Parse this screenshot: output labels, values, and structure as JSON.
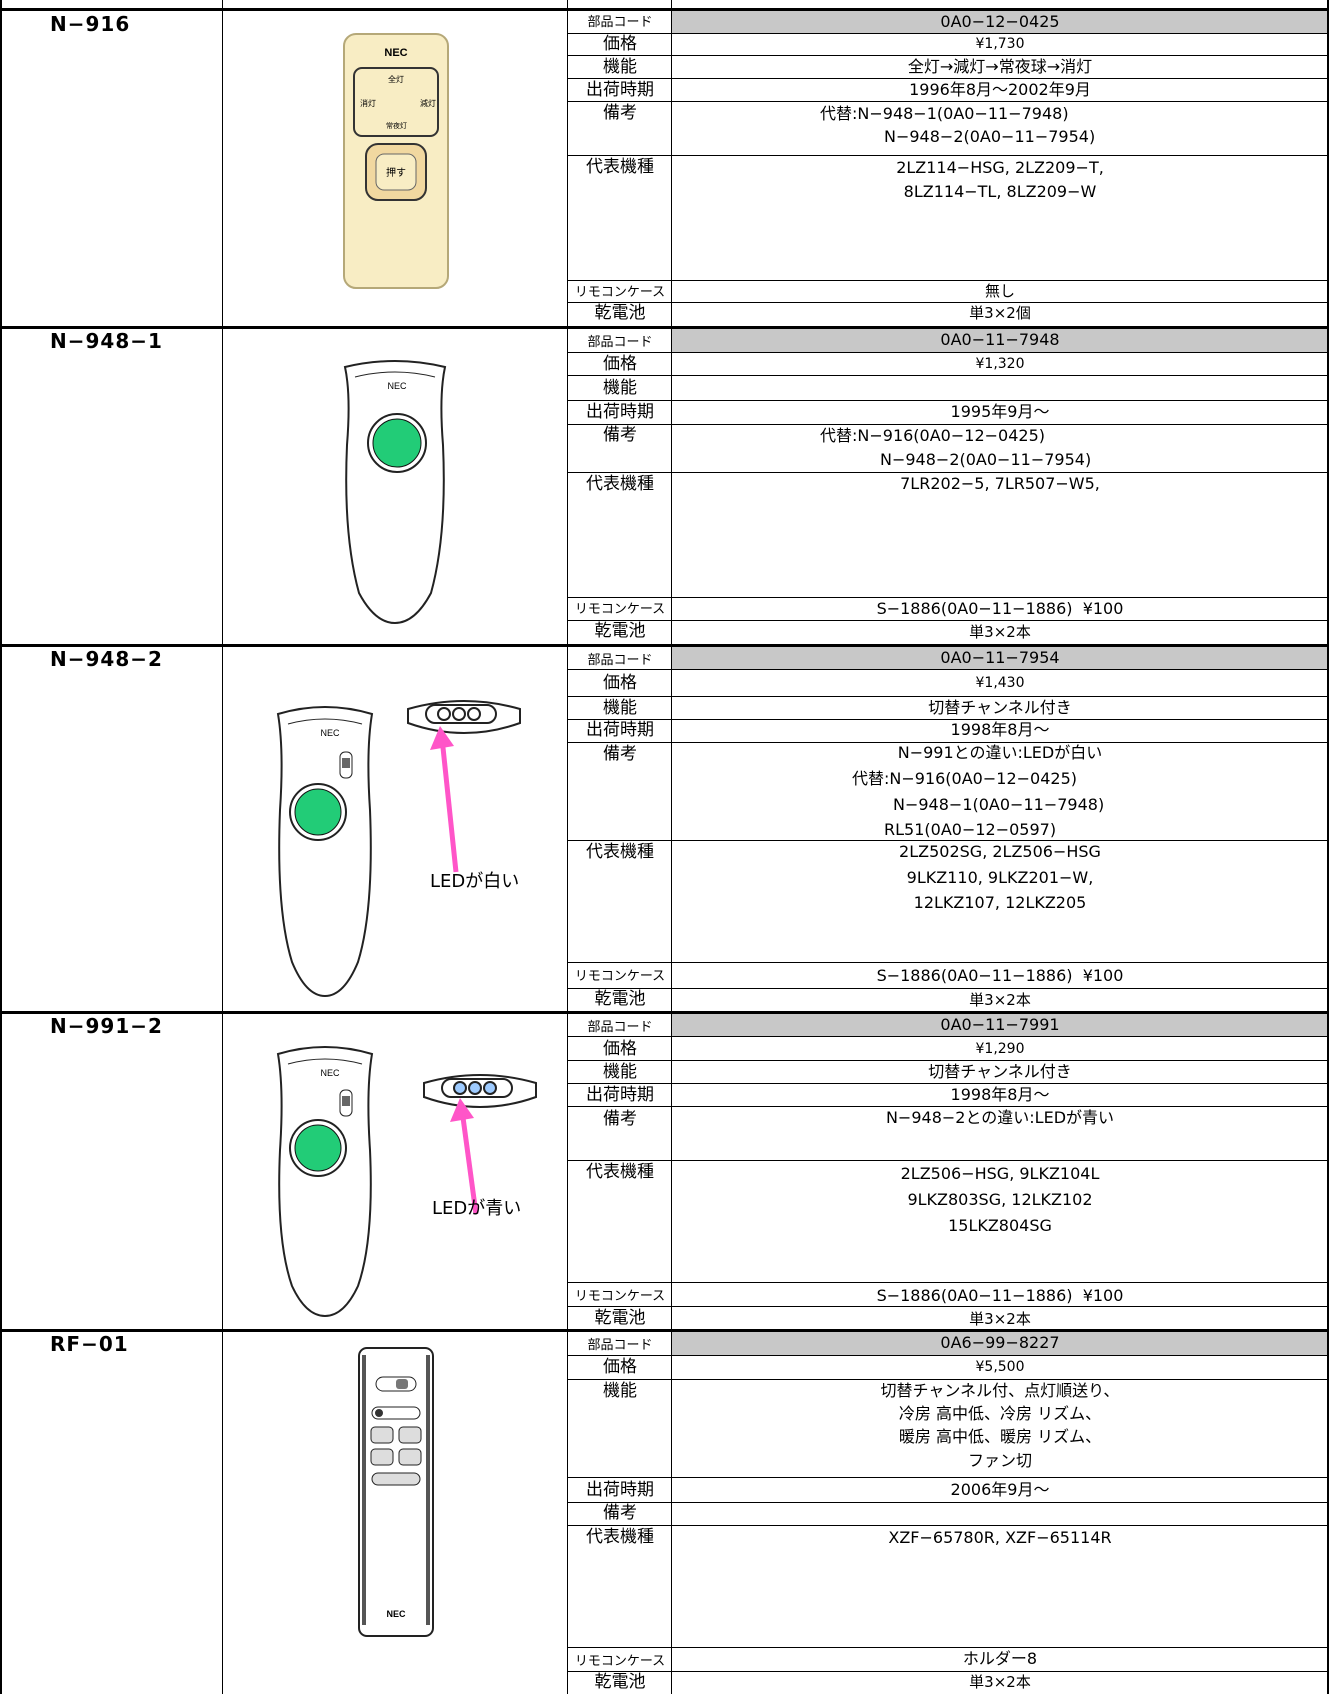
{
  "products": [
    {
      "model": "N−916",
      "labels": {
        "code": "部品コード",
        "price": "価格",
        "function": "機能",
        "ship": "出荷時期",
        "remarks": "備考",
        "models": "代表機種",
        "case": "リモコンケース",
        "battery": "乾電池"
      },
      "code": "0A0−12−0425",
      "price": "¥1,730",
      "function": "全灯→減灯→常夜球→消灯",
      "ship": "1996年8月〜2002年9月",
      "remarks": [
        "代替:N−948−1(0A0−11−7948)",
        "N−948−2(0A0−11−7954)"
      ],
      "models": [
        "2LZ114−HSG, 2LZ209−T,",
        "8LZ114−TL, 8LZ209−W"
      ],
      "case": "無し",
      "battery": "単3×2個",
      "image": {
        "brand": "NEC",
        "button": "押す",
        "modes": [
          "全灯",
          "減灯",
          "常夜灯",
          "消灯"
        ]
      }
    },
    {
      "model": "N−948−1",
      "labels": {
        "code": "部品コード",
        "price": "価格",
        "function": "機能",
        "ship": "出荷時期",
        "remarks": "備考",
        "models": "代表機種",
        "case": "リモコンケース",
        "battery": "乾電池"
      },
      "code": "0A0−11−7948",
      "price": "¥1,320",
      "function": "",
      "ship": "1995年9月〜",
      "remarks": [
        "代替:N−916(0A0−12−0425)",
        "N−948−2(0A0−11−7954)"
      ],
      "models": [
        "7LR202−5, 7LR507−W5,"
      ],
      "case": "S−1886(0A0−11−1886)  ¥100",
      "battery": "単3×2本",
      "image": {
        "brand": "NEC"
      }
    },
    {
      "model": "N−948−2",
      "labels": {
        "code": "部品コード",
        "price": "価格",
        "function": "機能",
        "ship": "出荷時期",
        "remarks": "備考",
        "models": "代表機種",
        "case": "リモコンケース",
        "battery": "乾電池"
      },
      "code": "0A0−11−7954",
      "price": "¥1,430",
      "function": "切替チャンネル付き",
      "ship": "1998年8月〜",
      "remarks": [
        "N−991との違い:LEDが白い",
        "代替:N−916(0A0−12−0425)",
        "N−948−1(0A0−11−7948)",
        "RL51(0A0−12−0597)"
      ],
      "models": [
        "2LZ502SG, 2LZ506−HSG",
        "9LKZ110, 9LKZ201−W,",
        "12LKZ107, 12LKZ205"
      ],
      "case": "S−1886(0A0−11−1886)  ¥100",
      "battery": "単3×2本",
      "image": {
        "brand": "NEC",
        "annotation": "LEDが白い",
        "led_color": "#ffffff"
      }
    },
    {
      "model": "N−991−2",
      "labels": {
        "code": "部品コード",
        "price": "価格",
        "function": "機能",
        "ship": "出荷時期",
        "remarks": "備考",
        "models": "代表機種",
        "case": "リモコンケース",
        "battery": "乾電池"
      },
      "code": "0A0−11−7991",
      "price": "¥1,290",
      "function": "切替チャンネル付き",
      "ship": "1998年8月〜",
      "remarks": [
        "N−948−2との違い:LEDが青い"
      ],
      "models": [
        "2LZ506−HSG, 9LKZ104L",
        "9LKZ803SG, 12LKZ102",
        "15LKZ804SG"
      ],
      "case": "S−1886(0A0−11−1886)  ¥100",
      "battery": "単3×2本",
      "image": {
        "brand": "NEC",
        "annotation": "LEDが青い",
        "led_color": "#9ecbff"
      }
    },
    {
      "model": "RF−01",
      "labels": {
        "code": "部品コード",
        "price": "価格",
        "function": "機能",
        "ship": "出荷時期",
        "remarks": "備考",
        "models": "代表機種",
        "case": "リモコンケース",
        "battery": "乾電池"
      },
      "code": "0A6−99−8227",
      "price": "¥5,500",
      "function": [
        "切替チャンネル付、点灯順送り、",
        "冷房 高中低、冷房 リズム、",
        "暖房 高中低、暖房 リズム、",
        "ファン切"
      ],
      "ship": "2006年9月〜",
      "remarks": [
        ""
      ],
      "models": [
        "XZF−65780R, XZF−65114R"
      ],
      "case": "ホルダー8",
      "battery": "単3×2本",
      "image": {
        "brand": "NEC"
      }
    }
  ],
  "colors": {
    "code_bg": "#c8c8c8",
    "grid": "#000000",
    "arrow": "#ff55c8",
    "led_button": "#22cc77",
    "remote_beige": "#f8edc4"
  }
}
